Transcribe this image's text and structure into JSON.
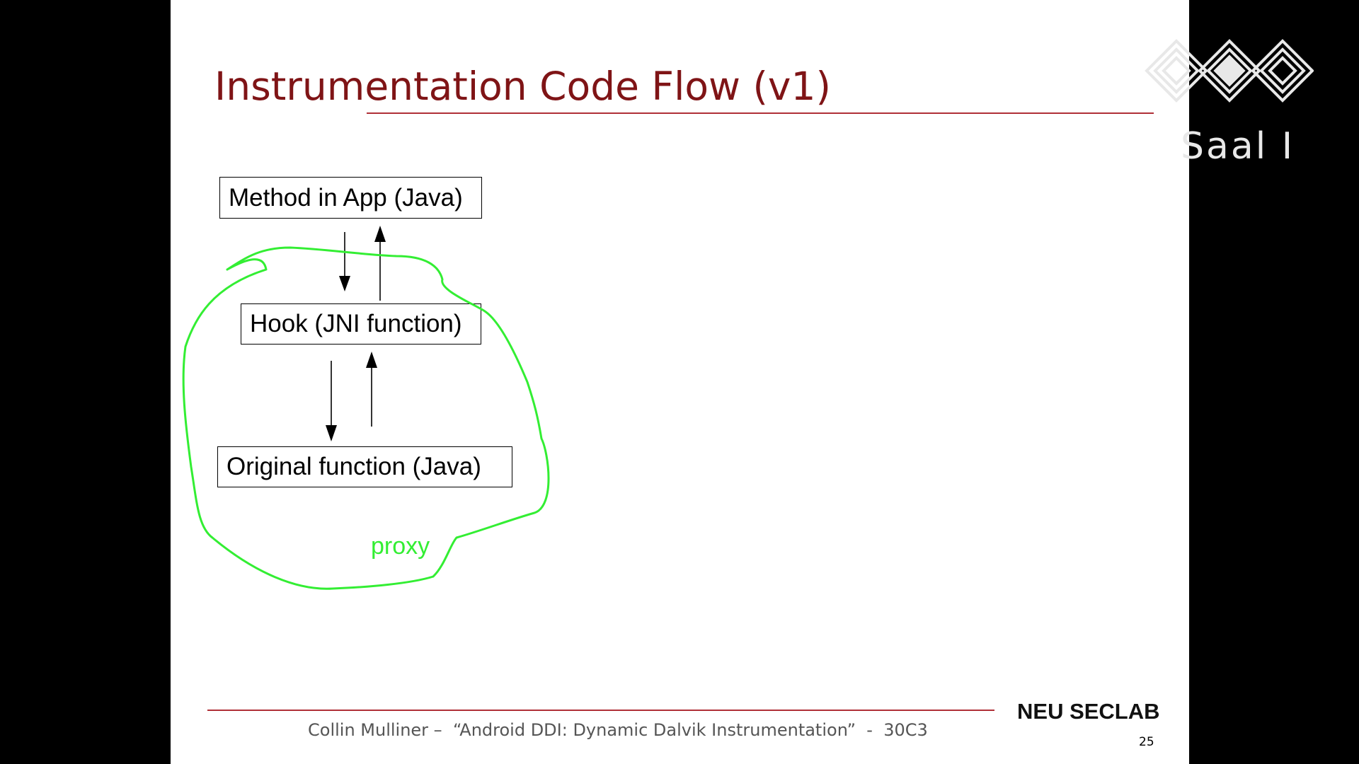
{
  "slide": {
    "title": "Instrumentation Code Flow (v1)",
    "footer_text": "Collin Mulliner –  “Android DDI: Dynamic Dalvik Instrumentation”  -  30C3",
    "org_logo_text": "NEU SECLAB",
    "page_number": "25"
  },
  "diagram": {
    "boxes": {
      "method": "Method in App (Java)",
      "hook": "Hook (JNI function)",
      "original": "Original function (Java)"
    },
    "annotation": "proxy"
  },
  "overlay": {
    "ccc_logo_caption": "Saal I"
  },
  "colors": {
    "title": "#7f1416",
    "rule": "#b03037",
    "annotation": "#33ee33"
  }
}
